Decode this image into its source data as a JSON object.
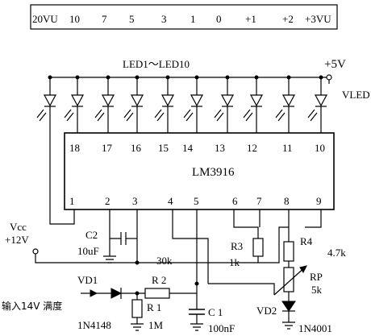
{
  "scale": {
    "marks": [
      "20VU",
      "10",
      "7",
      "5",
      "3",
      "1",
      "0",
      "+1",
      "+2",
      "+3VU"
    ]
  },
  "led_array": {
    "label": "LED1～LED10",
    "supply": "+5V",
    "supply_name": "VLED",
    "count": 10
  },
  "ic": {
    "name": "LM3916",
    "top_pins": [
      "18",
      "17",
      "16",
      "15",
      "14",
      "13",
      "12",
      "11",
      "10"
    ],
    "bottom_pins": [
      "1",
      "2",
      "3",
      "4",
      "5",
      "6",
      "7",
      "8",
      "9"
    ]
  },
  "components": {
    "vcc_label": "Vcc",
    "vcc_value": "+12V",
    "c2_name": "C2",
    "c2_value": "10uF",
    "r_30k": "30k",
    "r3_name": "R3",
    "r3_value": "1k",
    "r4_name": "R4",
    "r4_value": "4.7k",
    "rp_name": "RP",
    "rp_value": "5k",
    "vd1_name": "VD1",
    "vd1_part": "1N4148",
    "r2_name": "R 2",
    "r1_name": "R 1",
    "r1_value": "1M",
    "c1_name": "C 1",
    "c1_value": "100nF",
    "vd2_name": "VD2",
    "vd2_part": "1N4001",
    "input_label": "输入14V 满度"
  }
}
